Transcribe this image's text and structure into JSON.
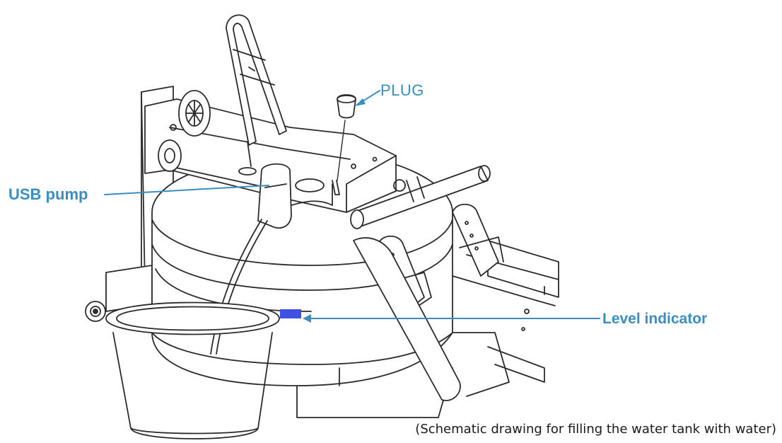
{
  "callouts": {
    "plug": "PLUG",
    "usb_pump": "USB pump",
    "level_indicator": "Level indicator"
  },
  "caption": "(Schematic drawing for filling the water tank with water)",
  "colors": {
    "callout": "#3a8fc0",
    "line_art": "#2b2b2b",
    "level_indicator": "#3f51e0"
  }
}
